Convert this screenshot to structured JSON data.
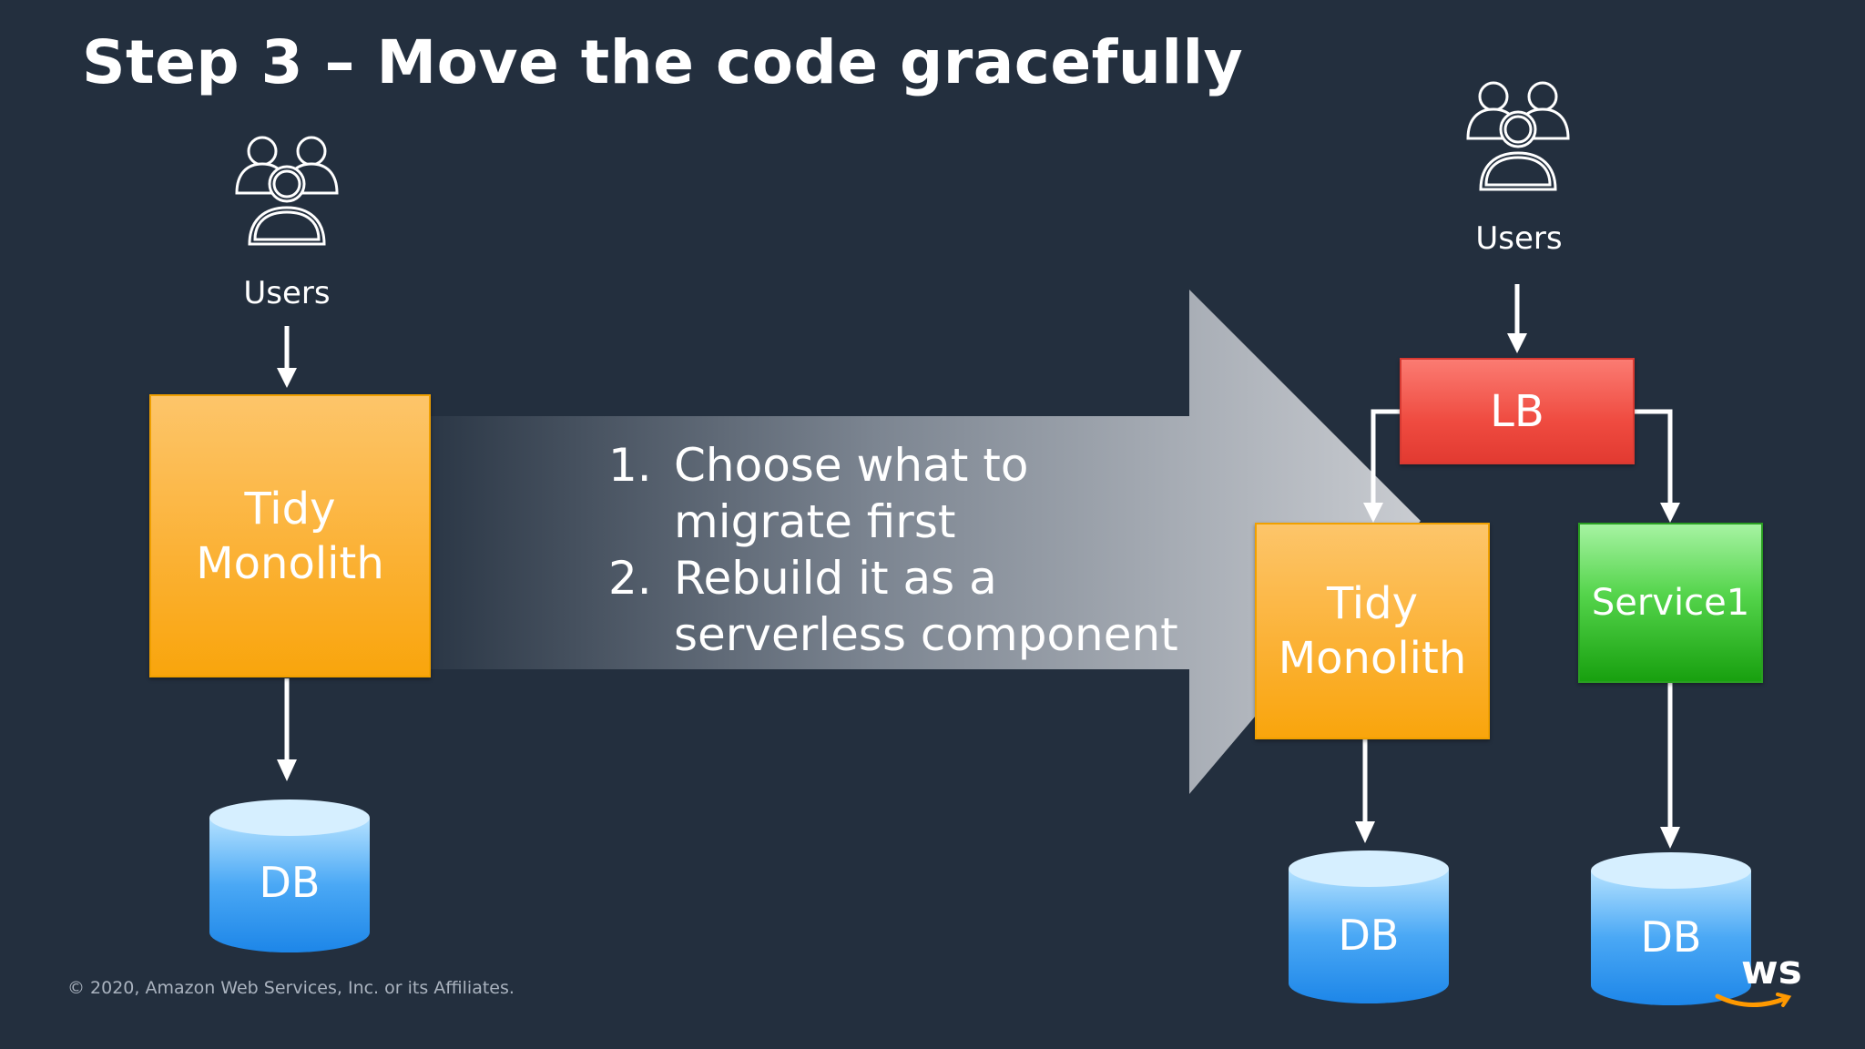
{
  "title": "Step 3 – Move the code gracefully",
  "left": {
    "users_label": "Users",
    "monolith_label_1": "Tidy",
    "monolith_label_2": "Monolith",
    "db_label": "DB"
  },
  "steps": [
    {
      "num": "1.",
      "text": "Choose what to\nmigrate first"
    },
    {
      "num": "2.",
      "text": "Rebuild it as a\nserverless component"
    }
  ],
  "right": {
    "users_label": "Users",
    "lb_label": "LB",
    "monolith_label_1": "Tidy",
    "monolith_label_2": "Monolith",
    "service_label": "Service1",
    "db_label_1": "DB",
    "db_label_2": "DB"
  },
  "footer": {
    "copyright": "© 2020, Amazon Web Services, Inc. or its Affiliates.",
    "aws_mark": "ws"
  },
  "colors": {
    "background": "#232f3e",
    "monolith": "#fbb237",
    "lb": "#ef4b40",
    "service": "#54d44b",
    "db": "#2f93ee"
  }
}
